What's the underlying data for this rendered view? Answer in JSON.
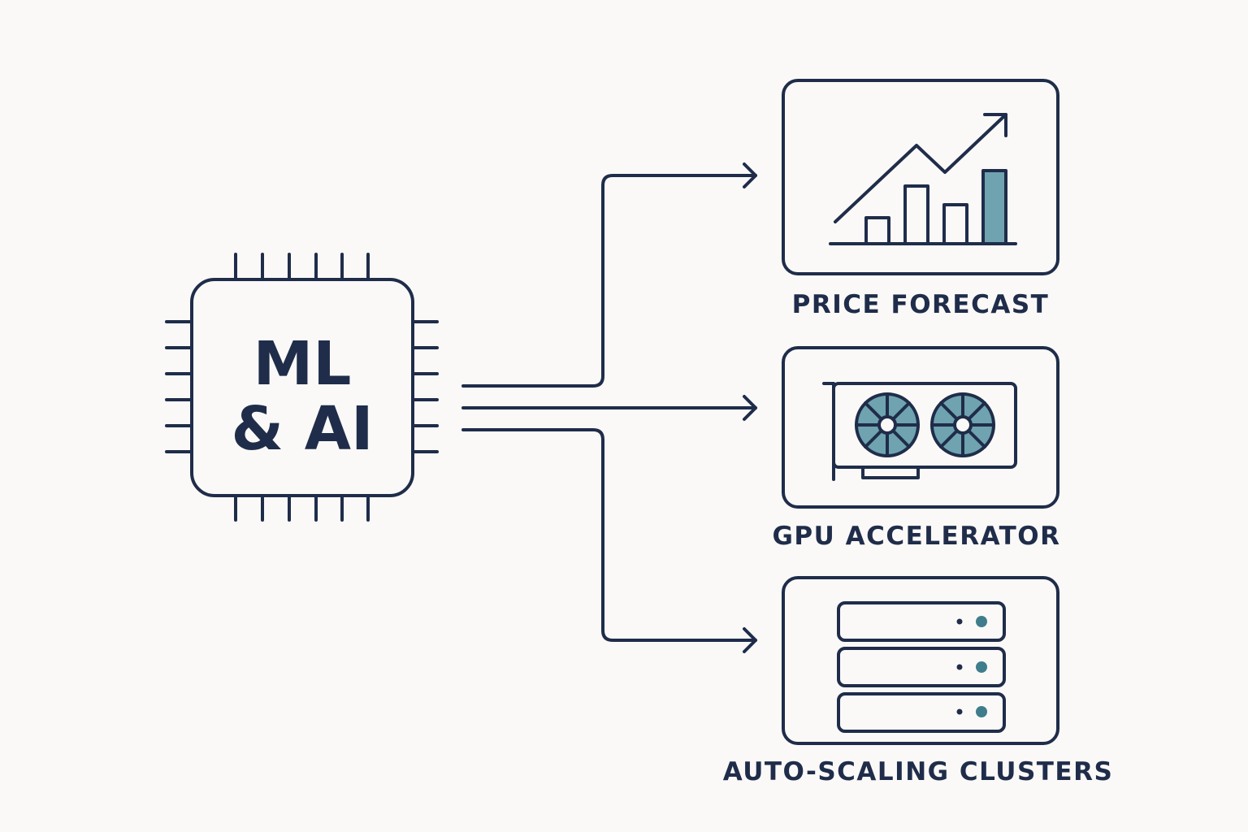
{
  "chip": {
    "line1": "ML",
    "line2": "& AI"
  },
  "outputs": [
    {
      "label": "PRICE FORECAST",
      "icon": "price-forecast-chart-icon"
    },
    {
      "label": "GPU ACCELERATOR",
      "icon": "gpu-card-icon"
    },
    {
      "label": "AUTO-SCALING CLUSTERS",
      "icon": "server-rack-icon"
    }
  ],
  "colors": {
    "stroke": "#1f2d4a",
    "accent": "#6fa3b0",
    "background": "#faf9f7"
  }
}
